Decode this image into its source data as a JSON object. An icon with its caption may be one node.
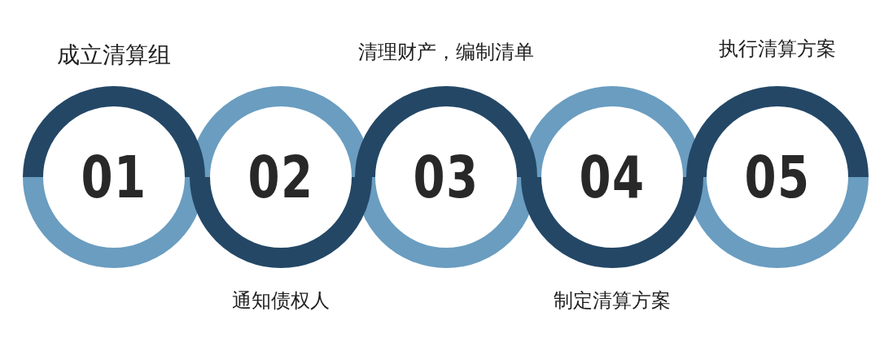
{
  "diagram": {
    "nodes": [
      {
        "text": [
          "01"
        ],
        "beside": [
          "成立清算组"
        ]
      },
      {
        "text": [
          "02"
        ],
        "beside": [
          "通知债权人"
        ]
      },
      {
        "text": [
          "03"
        ],
        "beside": [
          "清理财产，编制清单"
        ]
      },
      {
        "text": [
          "04"
        ],
        "beside": [
          "制定清算方案"
        ]
      },
      {
        "text": [
          "05"
        ],
        "beside": [
          "执行清算方案"
        ]
      }
    ]
  }
}
